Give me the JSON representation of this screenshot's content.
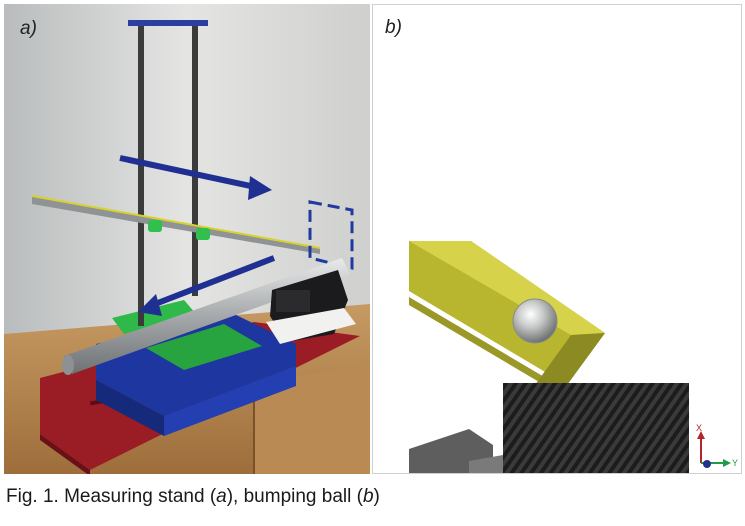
{
  "panels": {
    "a": {
      "label": "a)"
    },
    "b": {
      "label": "b)"
    }
  },
  "axis_triad": {
    "x_label": "X",
    "y_label": "Y"
  },
  "caption": {
    "prefix": "Fig. 1. Measuring stand (",
    "ref_a": "a",
    "middle": "), bumping ball (",
    "ref_b": "b",
    "suffix": ")"
  }
}
